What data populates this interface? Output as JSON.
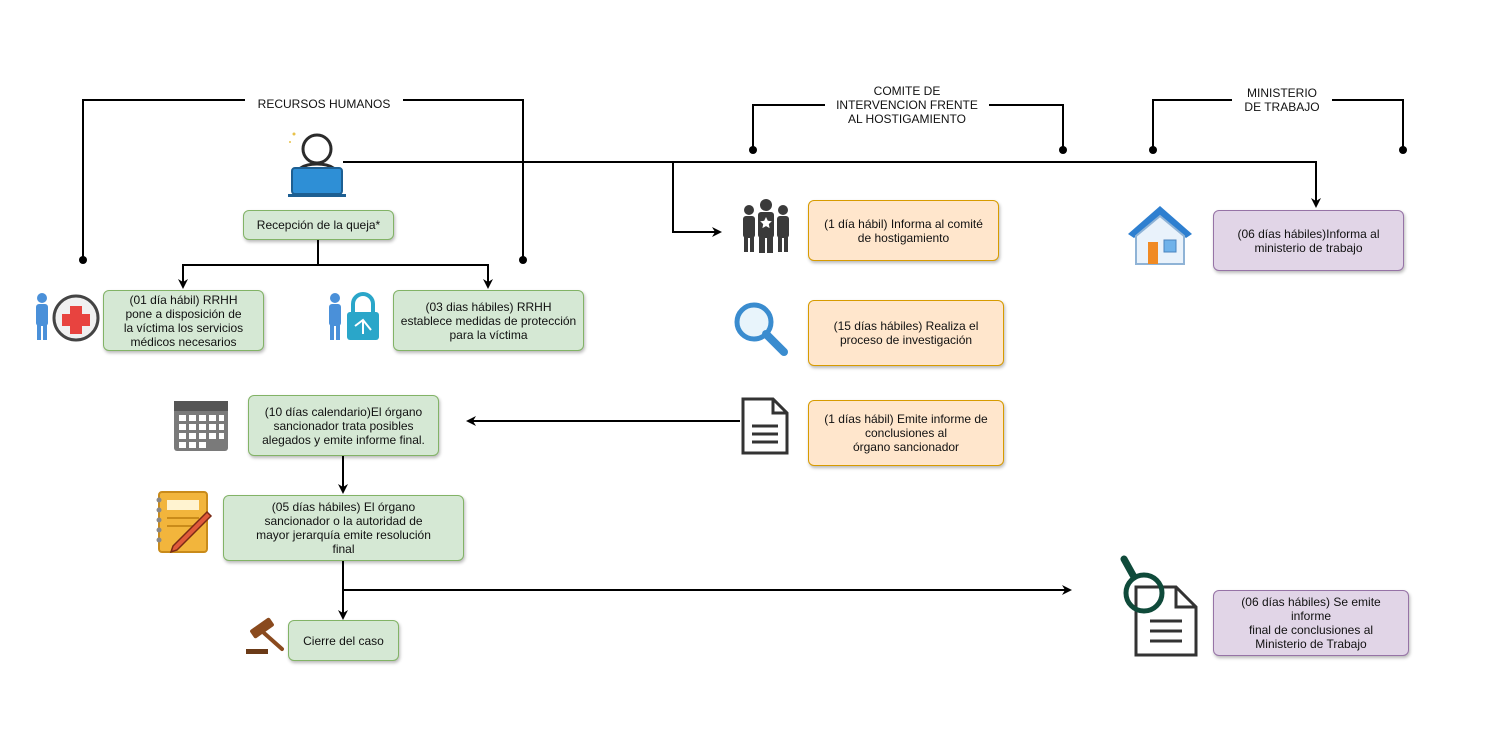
{
  "headers": {
    "hr": "RECURSOS HUMANOS",
    "committee": "COMITE DE\nINTERVENCION FRENTE\nAL HOSTIGAMIENTO",
    "ministry": "MINISTERIO\nDE TRABAJO"
  },
  "boxes": {
    "reception": "Recepción de la queja*",
    "medical": "(01 día hábil) RRHH\npone a disposición de\nla víctima los servicios\nmédicos necesarios",
    "protection": "(03 dias hábiles) RRHH\nestablece medidas de protección\npara la víctima",
    "inform_committee": "(1 día hábil) Informa al comité\nde hostigamiento",
    "investigation": "(15 días hábiles) Realiza el\nproceso de investigación",
    "conclusions": "(1 días hábil) Emite informe de\nconclusiones al\nórgano sancionador",
    "inform_ministry": "(06 días hábiles)Informa al\nministerio de trabajo",
    "sanction_review": "(10 días calendario)El órgano\nsancionador trata posibles\nalegados y emite informe final.",
    "resolution": "(05 días hábiles) El órgano\nsancionador o la autoridad de\nmayor jerarquía emite resolución\nfinal",
    "closure": "Cierre del caso",
    "final_report": "(06 días hábiles) Se emite informe\nfinal de conclusiones al\nMinisterio de Trabajo"
  },
  "icons": [
    "user-laptop-icon",
    "medical-cross-icon",
    "security-lock-icon",
    "team-icon",
    "magnifier-icon",
    "document-icon",
    "house-icon",
    "calendar-icon",
    "notepad-pencil-icon",
    "gavel-icon",
    "document-search-icon"
  ],
  "colors": {
    "green_fill": "#d5e8d4",
    "green_border": "#82b366",
    "orange_fill": "#ffe6cc",
    "orange_border": "#d79b00",
    "purple_fill": "#e1d5e7",
    "purple_border": "#9673a6"
  }
}
